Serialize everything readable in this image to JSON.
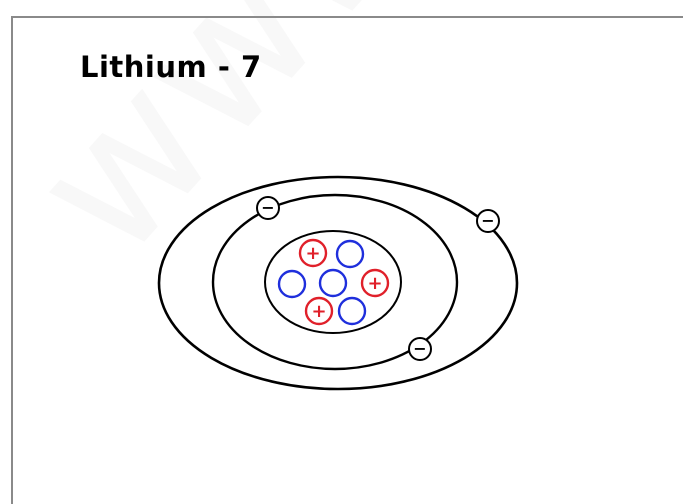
{
  "title": "Lithium - 7",
  "watermark": "www.Pa",
  "colors": {
    "proton": "#e0202a",
    "neutron": "#1f2fdc",
    "electron": "#000000",
    "shell": "#000000"
  },
  "nucleus": {
    "protons": 3,
    "neutrons": 4,
    "proton_symbol": "+"
  },
  "shells": [
    {
      "name": "inner",
      "electrons": 2
    },
    {
      "name": "outer",
      "electrons": 1
    }
  ],
  "electron_symbol": "−"
}
